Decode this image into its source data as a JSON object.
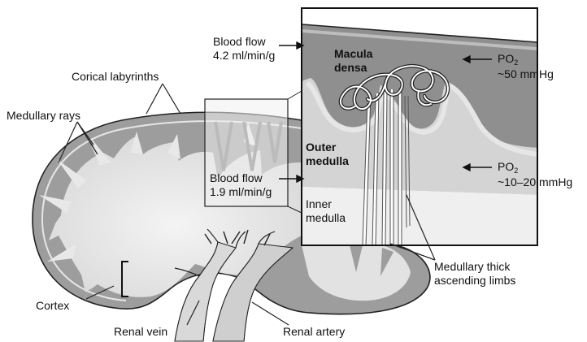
{
  "labels": {
    "blood_flow_cortex_1": "Blood flow",
    "blood_flow_cortex_2": "4.2 ml/min/g",
    "blood_flow_medulla_1": "Blood flow",
    "blood_flow_medulla_2": "1.9 ml/min/g",
    "cortical_labyrinths": "Corical labyrinths",
    "medullary_rays": "Medullary rays",
    "macula_densa_1": "Macula",
    "macula_densa_2": "densa",
    "outer_medulla_1": "Outer",
    "outer_medulla_2": "medulla",
    "inner_medulla_1": "Inner",
    "inner_medulla_2": "medulla",
    "po2_cortex_prefix": "PO",
    "po2_cortex_sub": "2",
    "po2_cortex_value": "~50 mmHg",
    "po2_medulla_prefix": "PO",
    "po2_medulla_sub": "2",
    "po2_medulla_value": "~10–20 mmHg",
    "medullary_thick_1": "Medullary thick",
    "medullary_thick_2": "ascending limbs",
    "cortex": "Cortex",
    "renal_vein": "Renal vein",
    "renal_artery": "Renal artery"
  },
  "colors": {
    "cortex_fill": "#9d9d9d",
    "medulla_fill": "#e2e2e2",
    "inner_medulla_fill": "#f2f2f2",
    "outline": "#222222"
  }
}
